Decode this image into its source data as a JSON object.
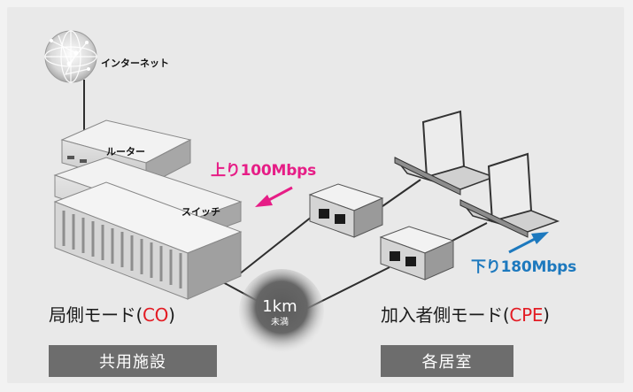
{
  "labels": {
    "internet": "インターネット",
    "router": "ルーター",
    "switch": "スイッチ",
    "upstream": "上り100Mbps",
    "downstream": "下り180Mbps",
    "distance_main": "1km",
    "distance_sub": "未満"
  },
  "co": {
    "mode_prefix": "局側モード(",
    "mode_accent": "CO",
    "mode_suffix": ")",
    "place": "共用施設"
  },
  "cpe": {
    "mode_prefix": "加入者側モード(",
    "mode_accent": "CPE",
    "mode_suffix": ")",
    "place": "各居室"
  },
  "colors": {
    "upstream": "#e61d86",
    "downstream": "#1d79be",
    "mode_accent": "#e31b23",
    "place_box": "#6d6d6d",
    "device_face": "#d8d8d8",
    "device_top": "#f4f4f4",
    "line": "#333333"
  },
  "icons": {
    "internet": "globe-icon",
    "upstream_arrow": "arrow-left-down-icon",
    "downstream_arrow": "arrow-right-up-icon",
    "modem": "modem-icon",
    "laptop": "laptop-icon"
  }
}
